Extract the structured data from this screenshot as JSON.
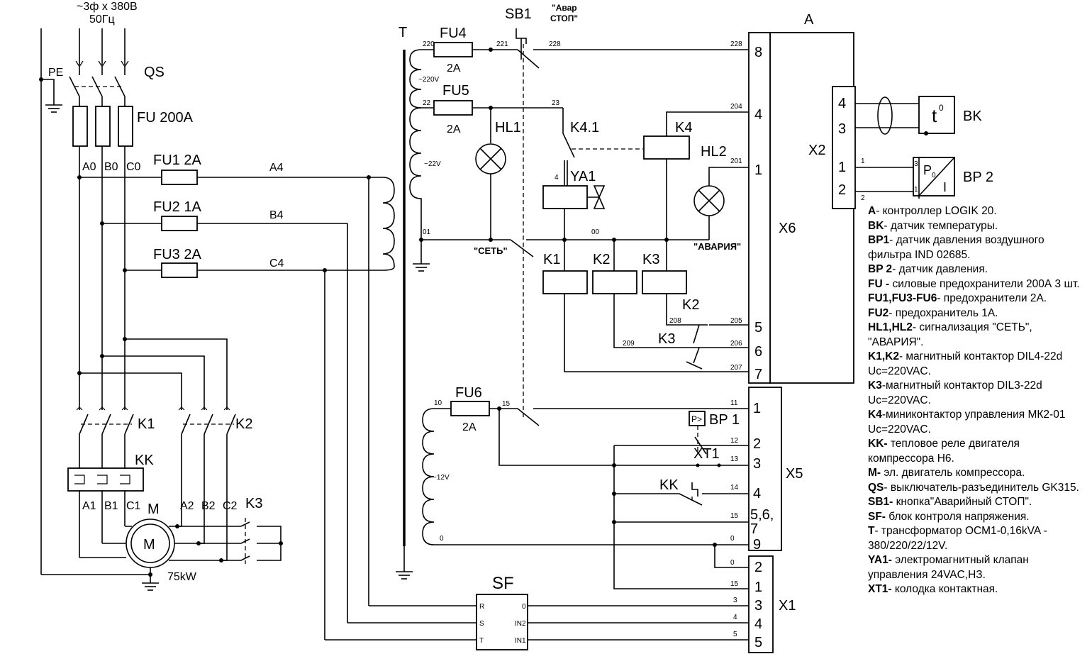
{
  "supply": {
    "line1": "~3ф х 380В",
    "line2": "50Гц",
    "pe": "PE"
  },
  "labels": {
    "QS": "QS",
    "FU": "FU 200A",
    "A0": "A0",
    "B0": "B0",
    "C0": "C0",
    "FU1": "FU1 2A",
    "FU2": "FU2 1A",
    "FU3": "FU3 2A",
    "A4": "A4",
    "B4": "B4",
    "C4": "C4",
    "K1": "K1",
    "K2": "K2",
    "KK": "KK",
    "A1": "A1",
    "B1": "B1",
    "C1": "C1",
    "M": "M",
    "Mcircle": "M",
    "power": "75kW",
    "A2": "A2",
    "B2": "B2",
    "C2": "C2",
    "K3": "K3",
    "T": "T",
    "FU4": "FU4",
    "FU4rating": "2A",
    "FU5": "FU5",
    "FU5rating": "2A",
    "v220": "~220V",
    "v22": "~22V",
    "v12": "~12V",
    "n220": "220",
    "n221": "221",
    "n228a": "228",
    "n228b": "228",
    "n22": "22",
    "n23": "23",
    "n204": "204",
    "n201": "201",
    "n01": "01",
    "n00": "00",
    "n4": "4",
    "n205": "205",
    "n206": "206",
    "n207": "207",
    "n208": "208",
    "n209": "209",
    "SB1": "SB1",
    "emergency1": "\"Авар",
    "emergency2": "СТОП\"",
    "HL1": "HL1",
    "HL2": "HL2",
    "K41": "K4.1",
    "K4": "K4",
    "YA1": "YA1",
    "set": "\"СЕТЬ\"",
    "alarm": "\"АВАРИЯ\"",
    "K1b": "K1",
    "K2b": "K2",
    "K3b": "K3",
    "K2c": "K2",
    "K3c": "K3",
    "FU6": "FU6",
    "FU6rating": "2A",
    "n10": "10",
    "n15": "15",
    "n0": "0",
    "BP1": "BP 1",
    "XT1": "XT1",
    "KKb": "KK",
    "n11": "11",
    "n12": "12",
    "n13": "13",
    "n14": "14",
    "n15b": "15",
    "n0b": "0",
    "n0c": "0",
    "n15c": "15",
    "n3": "3",
    "n4b": "4",
    "n5": "5",
    "SF": "SF",
    "sfR": "R",
    "sfS": "S",
    "sfT": "T",
    "sf0": "0",
    "sfIN2": "IN2",
    "sfIN1": "IN1",
    "A": "A",
    "X6": "X6",
    "X5": "X5",
    "X1": "X1",
    "X2": "X2",
    "p8": "8",
    "p4": "4",
    "p1": "1",
    "p5": "5",
    "p6": "6",
    "p7": "7",
    "x5p1": "1",
    "x5p2": "2",
    "x5p3": "3",
    "x5p4": "4",
    "x5p5": "5,6,",
    "x5p7": "7",
    "x5p9": "9",
    "x1p2": "2",
    "x1p1": "1",
    "x1p3": "3",
    "x1p4": "4",
    "x1p5": "5",
    "x2p4": "4",
    "x2p3": "3",
    "x2p1": "1",
    "x2p2": "2",
    "w1": "1",
    "w2": "2",
    "BK": "BK",
    "BP2": "BP 2",
    "t0": "t",
    "t0sup": "0",
    "P0": "P",
    "P0sub": "0",
    "Ilbl": "I",
    "bp2pin3": "3",
    "bp2pin1": "1",
    "BPsym": "P>"
  },
  "legend": [
    {
      "key": "A",
      "text": "- контроллер LOGIK  20."
    },
    {
      "key": "BK",
      "text": "- датчик температуры."
    },
    {
      "key": "BP1",
      "text": "- датчик давления воздушного фильтра IND 02685."
    },
    {
      "key": "BP 2",
      "text": "- датчик давления."
    },
    {
      "key": "FU -",
      "text": " силовые предохранители 200А 3 шт."
    },
    {
      "key": "FU1,FU3-FU6",
      "text": "- предохранители 2А."
    },
    {
      "key": "FU2",
      "text": "- предохранитель 1А."
    },
    {
      "key": "HL1,HL2",
      "text": "- сигнализация \"СЕТЬ\", \"АВАРИЯ\"."
    },
    {
      "key": "K1,K2",
      "text": "- магнитный контактор DIL4-22d   Uc=220VAC."
    },
    {
      "key": "K3",
      "text": "-магнитный контактор  DIL3-22d  Uc=220VAC."
    },
    {
      "key": "K4",
      "text": "-миниконтактор управления МК2-01 Uc=220VAC."
    },
    {
      "key": "KK-",
      "text": " тепловое реле двигателя компрессора Н6."
    },
    {
      "key": "M-",
      "text": " эл. двигатель компрессора."
    },
    {
      "key": "QS",
      "text": "- выключатель-разъединитель GK315."
    },
    {
      "key": "SB1-",
      "text": " кнопка\"Аварийный СТОП\"."
    },
    {
      "key": "SF-",
      "text": " блок  контроля напряжения."
    },
    {
      "key": "T",
      "text": "- трансформатор ОСМ1-0,16kVA - 380/220/22/12V."
    },
    {
      "key": "YA1-",
      "text": "  электромагнитный  клапан управления  24VAC,НЗ."
    },
    {
      "key": "XT1-",
      "text": "  колодка контактная."
    }
  ]
}
